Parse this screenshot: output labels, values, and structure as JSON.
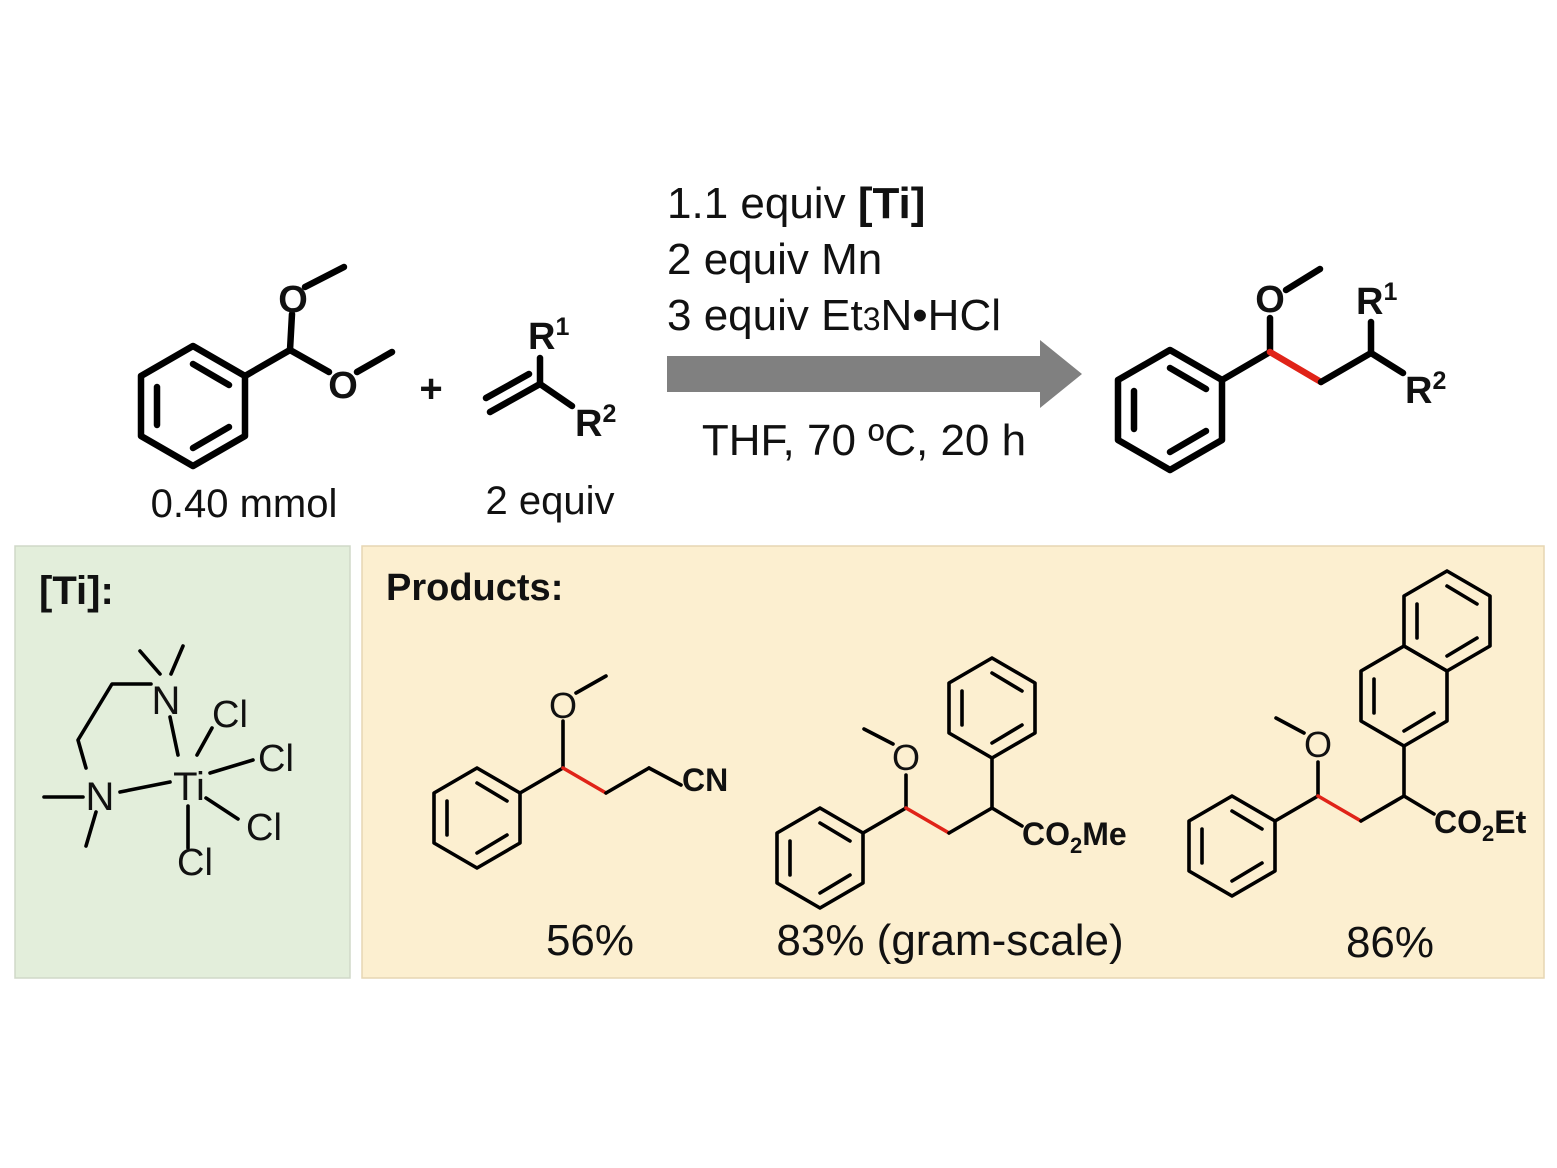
{
  "colors": {
    "ti_panel_bg": "#e3eedb",
    "products_panel_bg": "#fcefd0",
    "arrow": "#808080",
    "new_bond": "#e02318"
  },
  "reactants": {
    "acetal_atoms": [
      "O",
      "O"
    ],
    "acetal_amount": "0.40 mmol",
    "plus": "+",
    "alkene_r1": "R",
    "alkene_r1_sup": "1",
    "alkene_r2": "R",
    "alkene_r2_sup": "2",
    "alkene_amount": "2 equiv"
  },
  "conditions": {
    "line1_prefix": "1.1 equiv ",
    "line1_bold": "[Ti]",
    "line2": "2 equiv Mn",
    "line3_a": "3 equiv Et",
    "line3_sub": "3",
    "line3_b": "N•HCl",
    "below_arrow": "THF, 70 ºC, 20 h"
  },
  "product": {
    "o_label": "O",
    "r1": "R",
    "r1_sup": "1",
    "r2": "R",
    "r2_sup": "2"
  },
  "ti_panel": {
    "heading": "[Ti]:",
    "n_label": "N",
    "ti_label": "Ti",
    "cl_label": "Cl"
  },
  "products_panel": {
    "heading": "Products:",
    "items": [
      {
        "o_label": "O",
        "group_a": "CN",
        "group_sub": "",
        "group_b": "",
        "yield": "56%"
      },
      {
        "o_label": "O",
        "group_a": "CO",
        "group_sub": "2",
        "group_b": "Me",
        "yield": "83% (gram-scale)"
      },
      {
        "o_label": "O",
        "group_a": "CO",
        "group_sub": "2",
        "group_b": "Et",
        "yield": "86%"
      }
    ]
  }
}
